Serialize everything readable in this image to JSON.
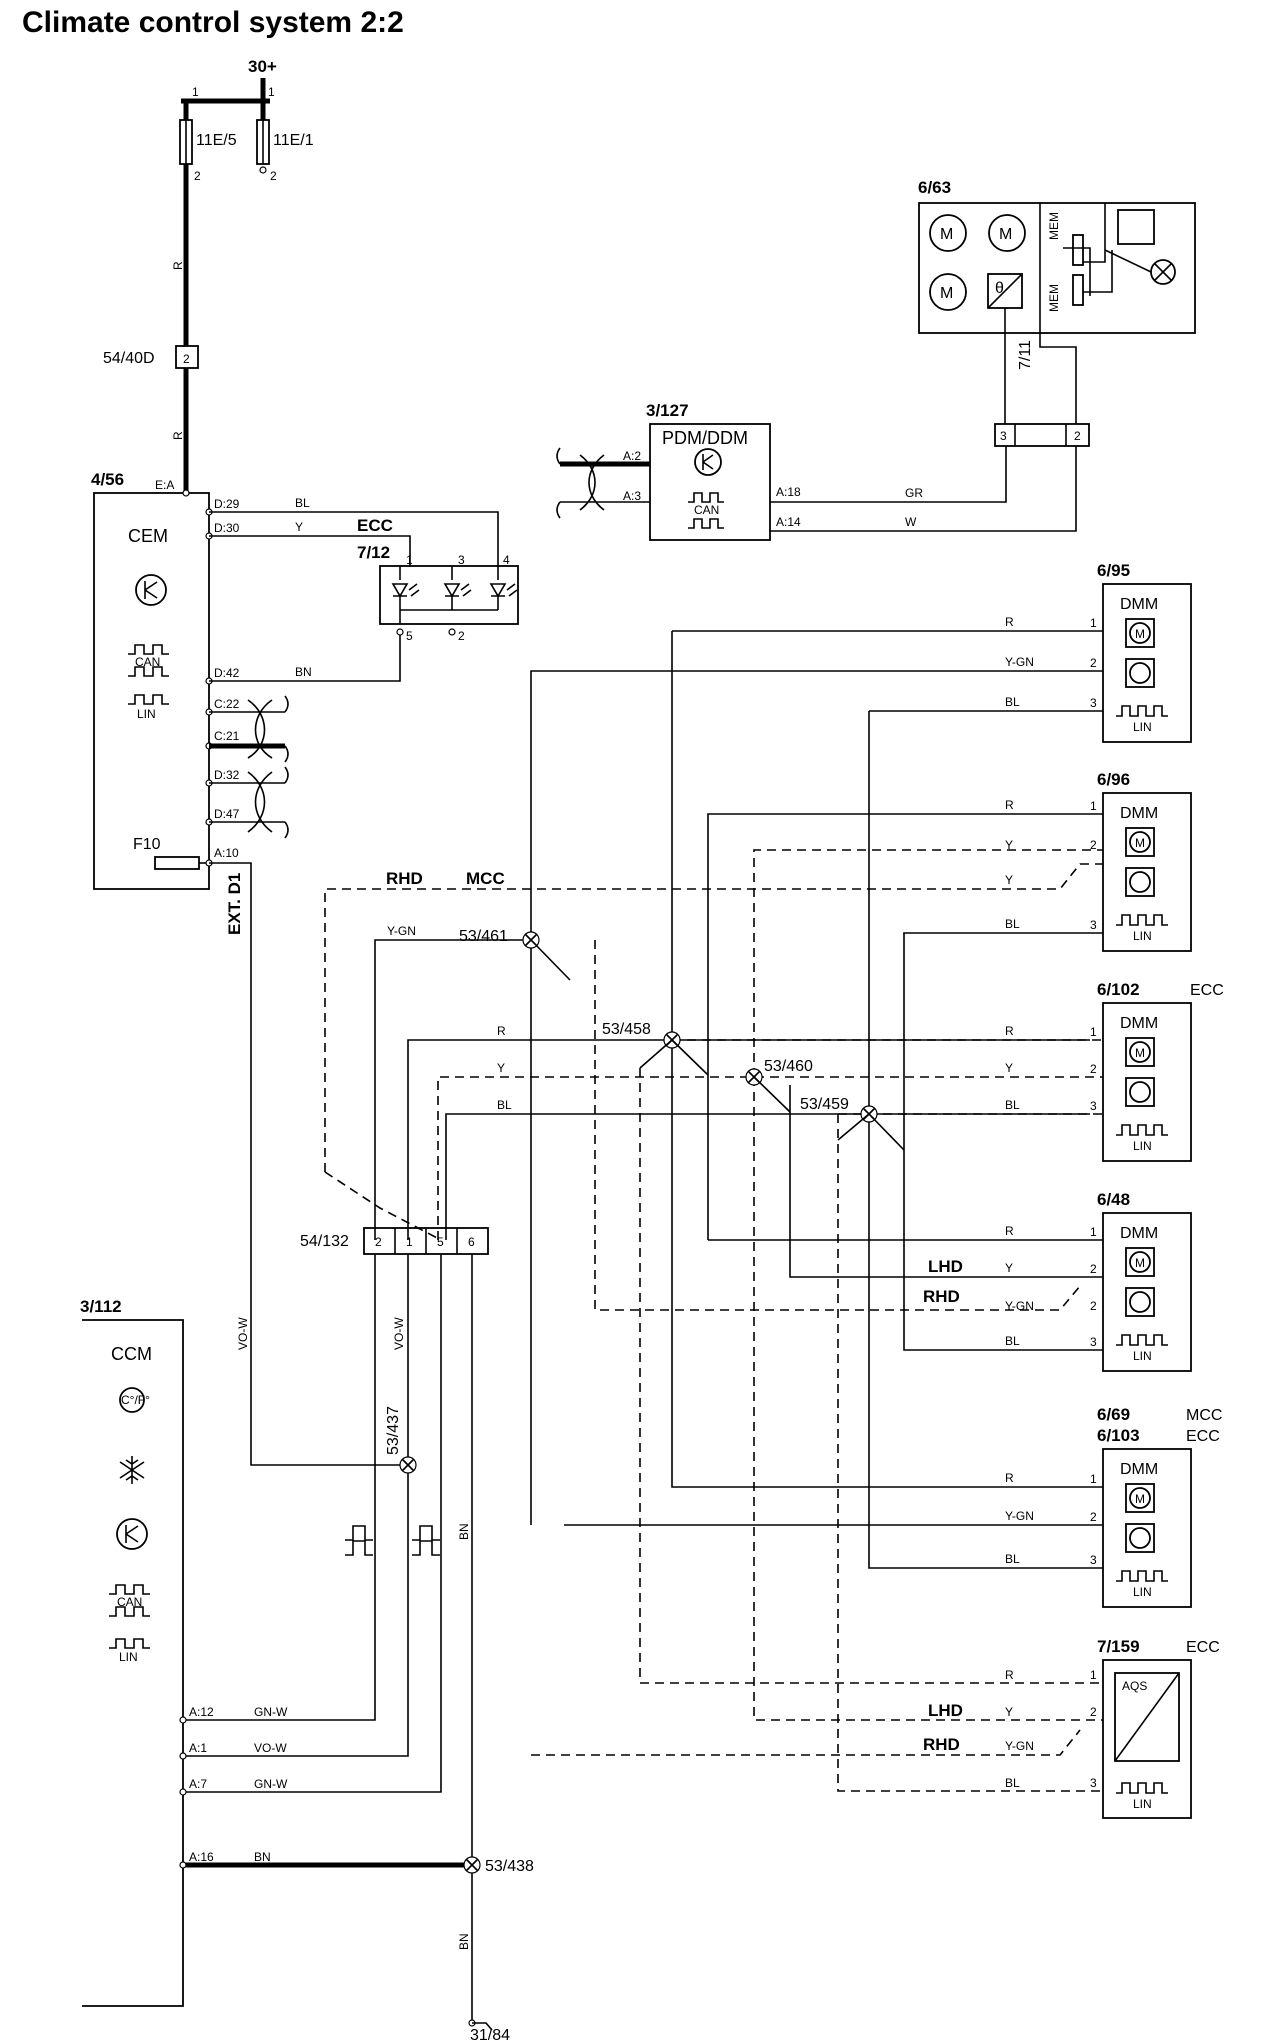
{
  "title": "Climate control system 2:2",
  "power": {
    "terminal": "30+",
    "fuse_a": "11E/5",
    "fuse_b": "11E/1",
    "pin1": "1",
    "pin2": "2"
  },
  "connector_5440d": {
    "id": "54/40D",
    "pin": "2"
  },
  "cem": {
    "id": "4/56",
    "name": "CEM",
    "fuse": "F10",
    "can": "CAN",
    "lin": "LIN",
    "ext": "EXT. D1",
    "pins": [
      "E:A",
      "D:29",
      "D:30",
      "D:42",
      "C:22",
      "C:21",
      "D:32",
      "D:47",
      "A:10"
    ]
  },
  "ecc_label": "ECC",
  "led_unit": {
    "id": "7/12",
    "pins": [
      "1",
      "3",
      "4",
      "5",
      "2"
    ]
  },
  "pdm": {
    "id": "3/127",
    "name": "PDM/DDM",
    "can": "CAN",
    "pins": [
      "A:2",
      "A:3",
      "A:18",
      "A:14"
    ]
  },
  "unit_663": {
    "id": "6/63",
    "mem": "MEM",
    "theta": "θ"
  },
  "connector_711": {
    "id": "7/11",
    "pins": [
      "3",
      "2"
    ]
  },
  "wire_colors": {
    "bl": "BL",
    "y": "Y",
    "bn": "BN",
    "gr": "GR",
    "w": "W",
    "r": "R",
    "ygn": "Y-GN",
    "vow": "VO-W",
    "gnw": "GN-W"
  },
  "dmm_units": [
    {
      "id": "6/95",
      "name": "DMM",
      "lin": "LIN",
      "tag": ""
    },
    {
      "id": "6/96",
      "name": "DMM",
      "lin": "LIN",
      "tag": ""
    },
    {
      "id": "6/102",
      "name": "DMM",
      "lin": "LIN",
      "tag": "ECC"
    },
    {
      "id": "6/48",
      "name": "DMM",
      "lin": "LIN",
      "tag": ""
    },
    {
      "id": "6/69",
      "id2": "6/103",
      "name": "DMM",
      "lin": "LIN",
      "tag": "MCC",
      "tag2": "ECC"
    }
  ],
  "aqs": {
    "id": "7/159",
    "name": "AQS",
    "lin": "LIN",
    "tag": "ECC"
  },
  "splices": [
    "53/461",
    "53/458",
    "53/460",
    "53/459",
    "53/437",
    "53/438"
  ],
  "variants": {
    "rhd": "RHD",
    "mcc": "MCC",
    "lhd": "LHD"
  },
  "connector_54132": {
    "id": "54/132",
    "pins": [
      "2",
      "1",
      "5",
      "6"
    ]
  },
  "ccm": {
    "id": "3/112",
    "name": "CCM",
    "unit": "C°/F°",
    "can": "CAN",
    "lin": "LIN",
    "pins": [
      "A:12",
      "A:1",
      "A:7",
      "A:16"
    ]
  },
  "ground": {
    "id": "31/84"
  }
}
